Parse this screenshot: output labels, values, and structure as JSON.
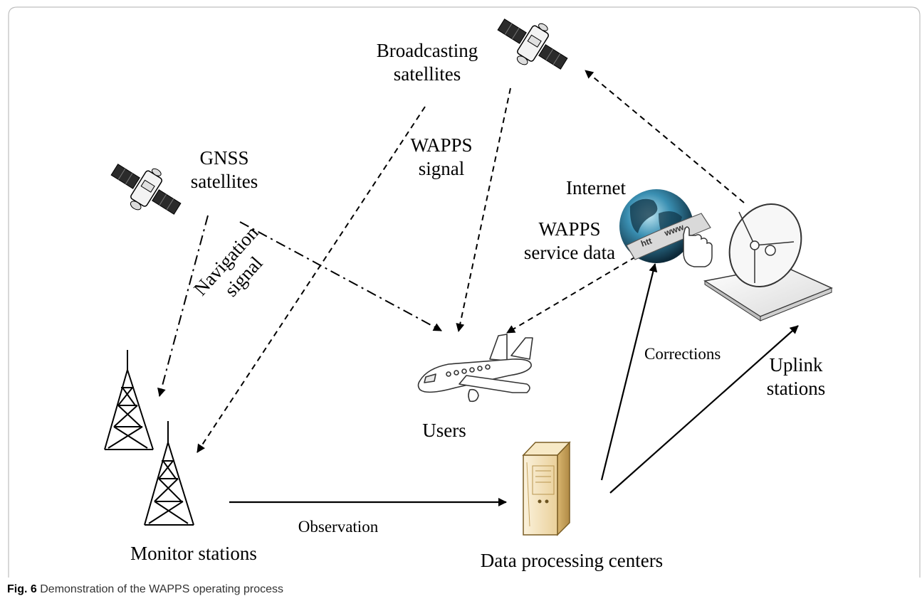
{
  "labels": {
    "broadcasting": [
      "Broadcasting",
      "satellites"
    ],
    "gnss": [
      "GNSS",
      "satellites"
    ],
    "wapps_signal": [
      "WAPPS",
      "signal"
    ],
    "internet": "Internet",
    "wapps_service": [
      "WAPPS",
      "service data"
    ],
    "navigation": [
      "Navigation",
      "signal"
    ],
    "corrections": "Corrections",
    "uplink": [
      "Uplink",
      "stations"
    ],
    "users": "Users",
    "monitor": "Monitor stations",
    "observation": "Observation",
    "data_centers": "Data processing centers",
    "globe_text_1": "htt",
    "globe_text_2": "www."
  },
  "caption": {
    "fig": "Fig. 6",
    "text": "Demonstration of the WAPPS operating process"
  },
  "colors": {
    "line": "#000000",
    "globe_dark": "#0f2c3d",
    "globe_mid": "#2e7ea0",
    "globe_light": "#9fd4e6",
    "server_face": "#f2e4c4",
    "server_side": "#d9b978",
    "frame": "#bfbfbf"
  }
}
